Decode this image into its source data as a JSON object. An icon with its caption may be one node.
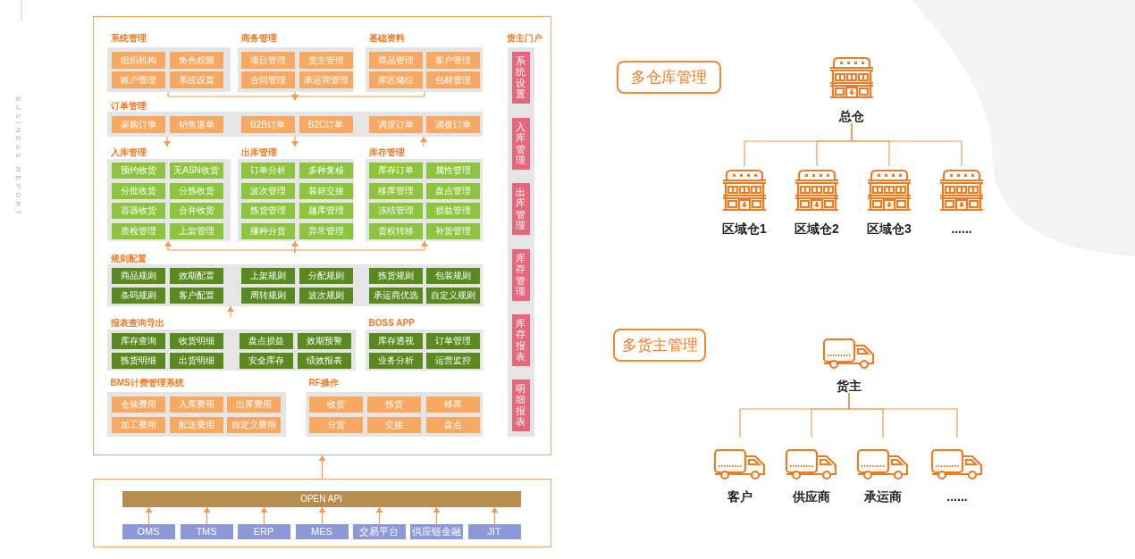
{
  "diagram": {
    "nodes": [
      {
        "text": [],
        "shape": "box"
      },
      {
        "text": [
          "系统管理"
        ],
        "in": 0
      },
      {
        "text": [
          "组织机构"
        ],
        "in": 1
      },
      {
        "text": [
          "角色权限"
        ],
        "in": 1
      },
      {
        "text": [
          "账户管理"
        ],
        "in": 1
      },
      {
        "text": [
          "系统设置"
        ],
        "in": 1
      },
      {
        "text": [
          "商务管理"
        ],
        "in": 0
      },
      {
        "text": [
          "项目管理"
        ],
        "in": 6
      },
      {
        "text": [
          "货主管理"
        ],
        "in": 6
      },
      {
        "text": [
          "合同管理"
        ],
        "in": 6
      },
      {
        "text": [
          "承运商管理"
        ],
        "in": 6
      },
      {
        "text": [
          "基础资料"
        ],
        "in": 0
      },
      {
        "text": [
          "商品管理"
        ],
        "in": 11
      },
      {
        "text": [
          "客户管理"
        ],
        "in": 11
      },
      {
        "text": [
          "库区储位"
        ],
        "in": 11
      },
      {
        "text": [
          "包材管理"
        ],
        "in": 11
      },
      {
        "text": [
          "订单管理"
        ],
        "in": 0
      },
      {
        "text": [
          "采购订单"
        ],
        "in": 16
      },
      {
        "text": [
          "销售退单"
        ],
        "in": 16
      },
      {
        "text": [
          "B2B订单"
        ],
        "in": 16
      },
      {
        "text": [
          "B2C订单"
        ],
        "in": 16
      },
      {
        "text": [
          "调度订单"
        ],
        "in": 16
      },
      {
        "text": [
          "调拨订单"
        ],
        "in": 16
      },
      {
        "text": [
          "入库管理"
        ],
        "in": 0
      },
      {
        "text": [
          "预约收货"
        ],
        "in": 23
      },
      {
        "text": [
          "无ASN收货"
        ],
        "in": 23
      },
      {
        "text": [
          "分批收货"
        ],
        "in": 23
      },
      {
        "text": [
          "分拣收货"
        ],
        "in": 23
      },
      {
        "text": [
          "容器收货"
        ],
        "in": 23
      },
      {
        "text": [
          "合并收货"
        ],
        "in": 23
      },
      {
        "text": [
          "质检管理"
        ],
        "in": 23
      },
      {
        "text": [
          "上架管理"
        ],
        "in": 23
      },
      {
        "text": [
          "出库管理"
        ],
        "in": 0
      },
      {
        "text": [
          "订单分析"
        ],
        "in": 32
      },
      {
        "text": [
          "多种复核"
        ],
        "in": 32
      },
      {
        "text": [
          "波次管理"
        ],
        "in": 32
      },
      {
        "text": [
          "装箱交接"
        ],
        "in": 32
      },
      {
        "text": [
          "拣货管理"
        ],
        "in": 32
      },
      {
        "text": [
          "越库管理"
        ],
        "in": 32
      },
      {
        "text": [
          "播种分货"
        ],
        "in": 32
      },
      {
        "text": [
          "异常管理"
        ],
        "in": 32
      },
      {
        "text": [
          "库存管理"
        ],
        "in": 0
      },
      {
        "text": [
          "库存订单"
        ],
        "in": 41
      },
      {
        "text": [
          "属性管理"
        ],
        "in": 41
      },
      {
        "text": [
          "移库管理"
        ],
        "in": 41
      },
      {
        "text": [
          "盘点管理"
        ],
        "in": 41
      },
      {
        "text": [
          "冻结管理"
        ],
        "in": 41
      },
      {
        "text": [
          "损益管理"
        ],
        "in": 41
      },
      {
        "text": [
          "货权转移"
        ],
        "in": 41
      },
      {
        "text": [
          "补货管理"
        ],
        "in": 41
      },
      {
        "text": [
          "规则配置"
        ],
        "in": 0
      },
      {
        "text": [
          "商品规则"
        ],
        "in": 50
      },
      {
        "text": [
          "效期配置"
        ],
        "in": 50
      },
      {
        "text": [
          "上架规则"
        ],
        "in": 50
      },
      {
        "text": [
          "分配规则"
        ],
        "in": 50
      },
      {
        "text": [
          "拣货规则"
        ],
        "in": 50
      },
      {
        "text": [
          "包装规则"
        ],
        "in": 50
      },
      {
        "text": [
          "条码规则"
        ],
        "in": 50
      },
      {
        "text": [
          "客户配置"
        ],
        "in": 50
      },
      {
        "text": [
          "周转规则"
        ],
        "in": 50
      },
      {
        "text": [
          "波次规则"
        ],
        "in": 50
      },
      {
        "text": [
          "承运商优选"
        ],
        "in": 50
      },
      {
        "text": [
          "自定义规则"
        ],
        "in": 50
      },
      {
        "text": [
          "报表查询导出"
        ],
        "in": 0
      },
      {
        "text": [
          "库存查询"
        ],
        "in": 63
      },
      {
        "text": [
          "收货明细"
        ],
        "in": 63
      },
      {
        "text": [
          "盘点损益"
        ],
        "in": 63
      },
      {
        "text": [
          "效期预警"
        ],
        "in": 63
      },
      {
        "text": [
          "拣货明细"
        ],
        "in": 63
      },
      {
        "text": [
          "出货明细"
        ],
        "in": 63
      },
      {
        "text": [
          "安全库存"
        ],
        "in": 63
      },
      {
        "text": [
          "绩效报表"
        ],
        "in": 63
      },
      {
        "text": [
          "BOSS APP"
        ],
        "in": 0
      },
      {
        "text": [
          "库存透视"
        ],
        "in": 72
      },
      {
        "text": [
          "订单管理"
        ],
        "in": 72
      },
      {
        "text": [
          "业务分析"
        ],
        "in": 72
      },
      {
        "text": [
          "运营监控"
        ],
        "in": 72
      },
      {
        "text": [
          "BMS计费管理系统"
        ],
        "in": 0
      },
      {
        "text": [
          "仓储费用"
        ],
        "in": 77
      },
      {
        "text": [
          "入库费用"
        ],
        "in": 77
      },
      {
        "text": [
          "出库费用"
        ],
        "in": 77
      },
      {
        "text": [
          "加工费用"
        ],
        "in": 77
      },
      {
        "text": [
          "配送费用"
        ],
        "in": 77
      },
      {
        "text": [
          "自定义费用"
        ],
        "in": 77
      },
      {
        "text": [
          "RF操作"
        ],
        "in": 0
      },
      {
        "text": [
          "收货"
        ],
        "in": 84
      },
      {
        "text": [
          "拣货"
        ],
        "in": 84
      },
      {
        "text": [
          "移库"
        ],
        "in": 84
      },
      {
        "text": [
          "分货"
        ],
        "in": 84
      },
      {
        "text": [
          "交接"
        ],
        "in": 84
      },
      {
        "text": [
          "盘点"
        ],
        "in": 84
      },
      {
        "text": [
          "货主门户"
        ],
        "in": 0
      },
      {
        "text": [
          "系统设置"
        ],
        "in": 91
      },
      {
        "text": [
          "入库管理"
        ],
        "in": 91
      },
      {
        "text": [
          "出库管理"
        ],
        "in": 91
      },
      {
        "text": [
          "库存管理"
        ],
        "in": 91
      },
      {
        "text": [
          "库存报表"
        ],
        "in": 91
      },
      {
        "text": [
          "明细报表"
        ],
        "in": 91
      },
      {
        "text": [],
        "shape": "box"
      },
      {
        "text": [
          "OPEN API"
        ],
        "in": 98
      },
      {
        "text": [
          "OMS"
        ],
        "in": 98
      },
      {
        "text": [
          "TMS"
        ],
        "in": 98
      },
      {
        "text": [
          "ERP"
        ],
        "in": 98
      },
      {
        "text": [
          "MES"
        ],
        "in": 98
      },
      {
        "text": [
          "交易平台"
        ],
        "in": 98
      },
      {
        "text": [
          "供应链金融"
        ],
        "in": 98
      },
      {
        "text": [
          "JIT"
        ],
        "in": 98
      },
      {
        "text": [
          "多仓库管理"
        ]
      },
      {
        "text": [
          "总仓"
        ]
      },
      {
        "text": [
          "区域仓1"
        ]
      },
      {
        "text": [
          "区域仓2"
        ]
      },
      {
        "text": [
          "区域仓3"
        ]
      },
      {
        "text": [
          "......"
        ]
      },
      {
        "text": [
          "多货主管理"
        ]
      },
      {
        "text": [
          "货主"
        ]
      },
      {
        "text": [
          "客户"
        ]
      },
      {
        "text": [
          "供应商"
        ]
      },
      {
        "text": [
          "承运商"
        ]
      },
      {
        "text": [
          "......"
        ]
      }
    ],
    "edges": [
      {
        "from": 1,
        "to": 16,
        "arrow": "to"
      },
      {
        "from": 6,
        "to": 16,
        "arrow": "to"
      },
      {
        "from": 11,
        "to": 16,
        "arrow": "to"
      },
      {
        "from": 16,
        "to": 23,
        "arrow": "to"
      },
      {
        "from": 16,
        "to": 32,
        "arrow": "to"
      },
      {
        "from": 41,
        "to": 16,
        "arrow": "to"
      },
      {
        "from": 50,
        "to": 23,
        "arrow": "to"
      },
      {
        "from": 50,
        "to": 32,
        "arrow": "to"
      },
      {
        "from": 50,
        "to": 41,
        "arrow": "to"
      },
      {
        "from": 63,
        "to": 50,
        "arrow": "to"
      },
      {
        "from": 98,
        "to": 0,
        "arrow": "to"
      },
      {
        "from": 100,
        "to": 99,
        "arrow": "to"
      },
      {
        "from": 101,
        "to": 99,
        "arrow": "to"
      },
      {
        "from": 102,
        "to": 99,
        "arrow": "to"
      },
      {
        "from": 103,
        "to": 99,
        "arrow": "to"
      },
      {
        "from": 104,
        "to": 99,
        "arrow": "to"
      },
      {
        "from": 105,
        "to": 99,
        "arrow": "to"
      },
      {
        "from": 106,
        "to": 99,
        "arrow": "to"
      },
      {
        "from": 108,
        "to": 109,
        "arrow": "none"
      },
      {
        "from": 108,
        "to": 110,
        "arrow": "none"
      },
      {
        "from": 108,
        "to": 111,
        "arrow": "none"
      },
      {
        "from": 108,
        "to": 112,
        "arrow": "none"
      },
      {
        "from": 114,
        "to": 115,
        "arrow": "none"
      },
      {
        "from": 114,
        "to": 116,
        "arrow": "none"
      },
      {
        "from": 114,
        "to": 117,
        "arrow": "none"
      },
      {
        "from": 114,
        "to": 118,
        "arrow": "none"
      }
    ],
    "labels": [
      "BUSINESS REPORT"
    ]
  }
}
